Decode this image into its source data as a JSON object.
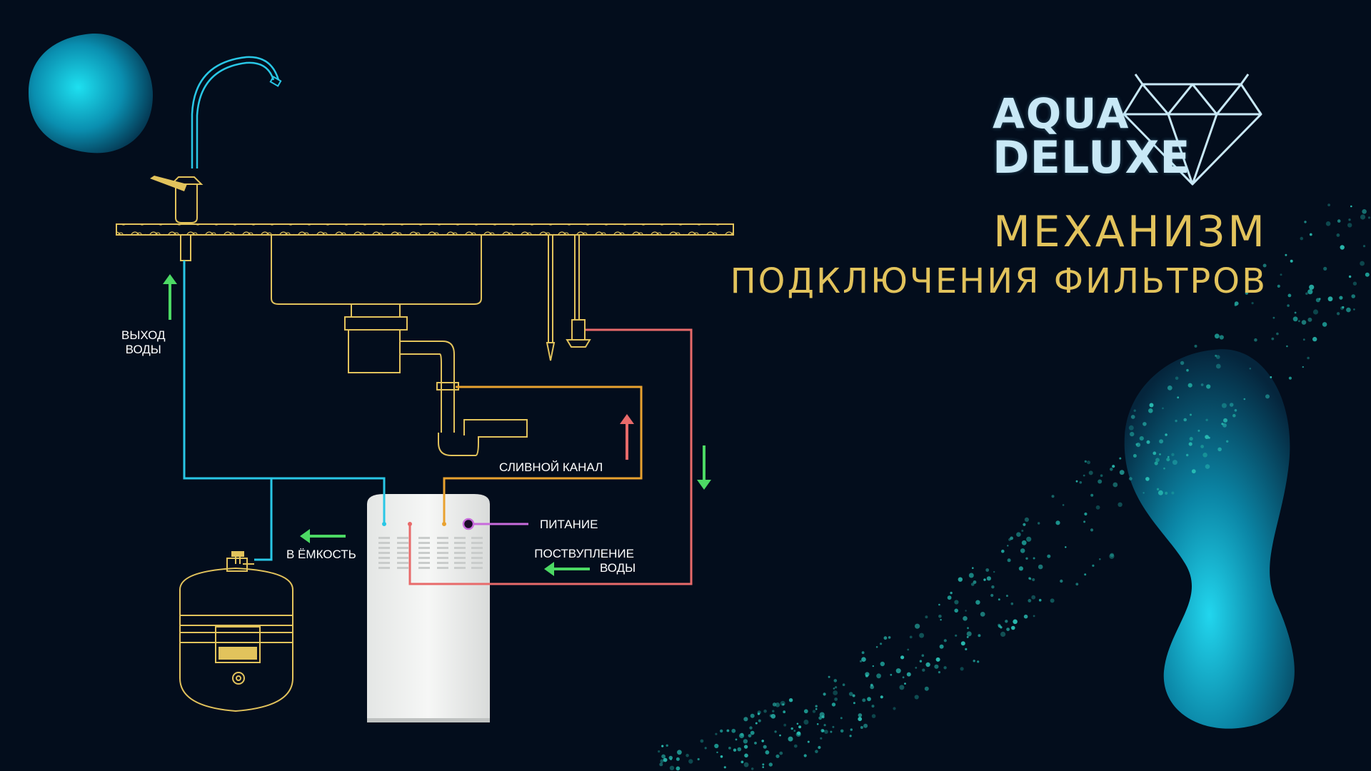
{
  "brand": {
    "line1": "AQUA",
    "line2": "DELUXE"
  },
  "title": {
    "line1": "МЕХАНИЗМ",
    "line2": "ПОДКЛЮЧЕНИЯ ФИЛЬТРОВ"
  },
  "labels": {
    "water_out_1": "ВЫХОД",
    "water_out_2": "ВОДЫ",
    "to_tank": "В ЁМКОСТЬ",
    "drain": "СЛИВНОЙ КАНАЛ",
    "power": "ПИТАНИЕ",
    "water_in_1": "ПОСТВУПЛЕНИЕ",
    "water_in_2": "ВОДЫ"
  },
  "colors": {
    "background": "#030d1c",
    "gold_outline": "#e2c35c",
    "clean_water_line": "#29c7e6",
    "drain_line": "#e9a22f",
    "inlet_line": "#e86a6a",
    "power_line": "#c86bdc",
    "flow_arrow_green": "#4cd964",
    "flow_arrow_red": "#e86a6a"
  }
}
